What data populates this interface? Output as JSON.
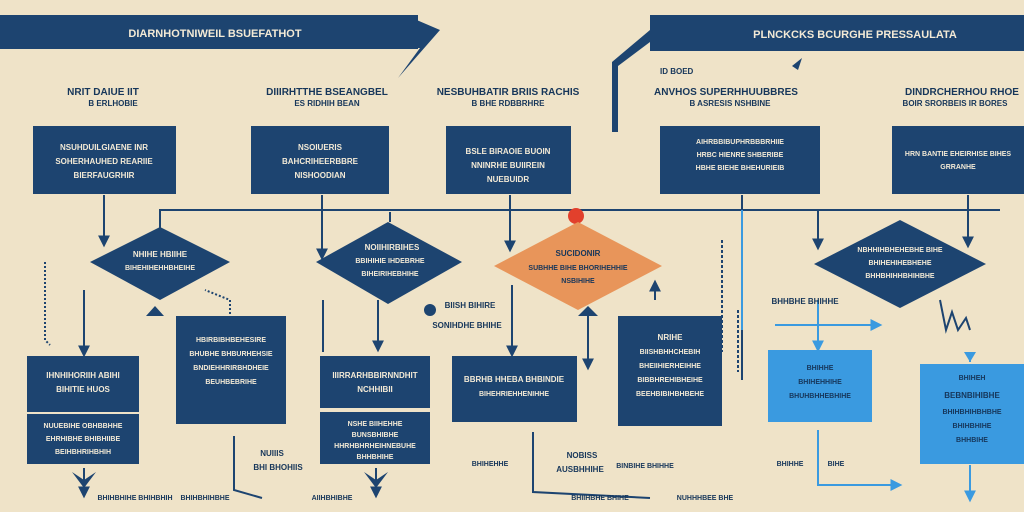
{
  "banners": {
    "left": "DIARNHOTNIWEIL BSUEFATHOT",
    "right": "PLNCKCKS BCURGHE PRESSAULATA"
  },
  "columns": [
    {
      "heading": "NRIT DAIUE IIT",
      "sub": "B  ERLHOBIE"
    },
    {
      "heading": "DIIIRHTTHE BSEANGBEL",
      "sub": "ES  RIDHIH  BEAN"
    },
    {
      "heading": "NESBUHBATIR BRIIS RACHIS",
      "sub": "B  BHE RDBBRHRE"
    },
    {
      "heading": "ANVHOS SUPERHHUUBBRES",
      "sub": "B  ASRESIS NSHBINE"
    },
    {
      "heading": "DINDRCHERHOU RHOE",
      "sub": "BOIR SRORBEIS IR BORES"
    }
  ],
  "small_tag": "ID BOED",
  "boxes": {
    "top1": [
      "NSUHDUILGIAENE INR",
      "SOHERHAUHED REARIIE",
      "BIERFAUGRHIR"
    ],
    "top2": [
      "NSOIUERIS",
      "BAHCRIHEERBBRE",
      "NISHOODIAN"
    ],
    "top3": [
      "BSLE BIRAOIE BUOIN",
      "NNINRHE BUIIREIN",
      "NUEBUIDR"
    ],
    "top4": [
      "AIHRBBIBUPHRBBBRHIIE",
      "HRBC HIENRE SHBERIBE",
      "HBHE BIEHE BHEHURIEIB"
    ],
    "top5": [
      "HRN BANTIE EHEIRHISE BIHES",
      "GRRANHE"
    ],
    "mid1": [
      "HBIRBIBHBEHESIRE",
      "BHUBHE BHBURHEHSIE",
      "BNDIEHHRIRBHDHEIE",
      "BEUHBEBRIHE"
    ],
    "mid2": [
      "NRIHE",
      "BIISHBHHCHEBIH",
      "BHEIIHIERHEIHHE",
      "BIBBHREHIBHEIHE",
      "BEEHBIBIHBHBEHE"
    ],
    "low1": [
      "IHNHIHORIIH ABIHI",
      "BIHITIE  HUOS"
    ],
    "low2": [
      "IIIRRARHBBIRNNDHIT",
      "NCHHIBII"
    ],
    "low3": [
      "BBRHB HHEBA BHBINDIE",
      "BIHEHRIEHHENIHHE"
    ],
    "bot1": [
      "NUUEBIHE OBHBBHHE",
      "EHRHIBHE BHIBHIIBE",
      "BEIHBHRIHBHIH"
    ],
    "bot2": [
      "NSHE BIIHEHHE",
      "BUNSBHIBHE",
      "HHRHBHRHEIHNEBUHE",
      "BHHBHIHE"
    ],
    "lb1": [
      "BHIHHE",
      "BHIHEHHIHE",
      "BHUHBHHEBHIHE"
    ],
    "lb2": [
      "BHIHEH",
      "BEBNBIHIBHE",
      "BHIHBHIHBHBHE",
      "BHIHBHIHE",
      "BHHBIHE"
    ]
  },
  "diamonds": {
    "d1": [
      "NHIHE HBIIHE",
      "BIHEHIHEHHBHEIHE"
    ],
    "d2": [
      "NOIIHIRBIHES",
      "BBIHIHIE IHDEBRHE",
      "BIHEIRIHEBHIHE"
    ],
    "d3": [
      "SUCIDONIR",
      "SUBHHE BIHE BHORIHEHHIE",
      "NSBIHIHE"
    ],
    "d4": [
      "NBHHIHBHEHEBHE BIHE",
      "BHIHEHIHEBHEHE",
      "BHHBHIHHBHIHBHE"
    ]
  },
  "floating_labels": {
    "f1": "BIISH BIHIRE",
    "f2": "SONIHDHE BHIHE",
    "f3": "NUIIIS",
    "f4": "BHI BHOHIIS",
    "f5": "NOBISS",
    "f6": "AUSBHHIHE",
    "f7": "BINBIHE BHIHHE",
    "f8": "BHIHEHHE",
    "f9": "BHHBHE BHIHHE",
    "f10": "BHIHHE",
    "f11": "BIHE",
    "f12": "NUHHHBEE BHE",
    "bottom1": "BHIHBHIHE BHIHBHIH",
    "bottom2": "BHIHBHIHBHE",
    "bottom3": "AIIHBHIBHE",
    "bottom4": "BHIIHBHE BHIHE"
  },
  "colors": {
    "navy": "#1d4470",
    "paper": "#efe3c8",
    "orange": "#e8955a",
    "sky": "#3a9ae0",
    "red": "#e2402c"
  }
}
